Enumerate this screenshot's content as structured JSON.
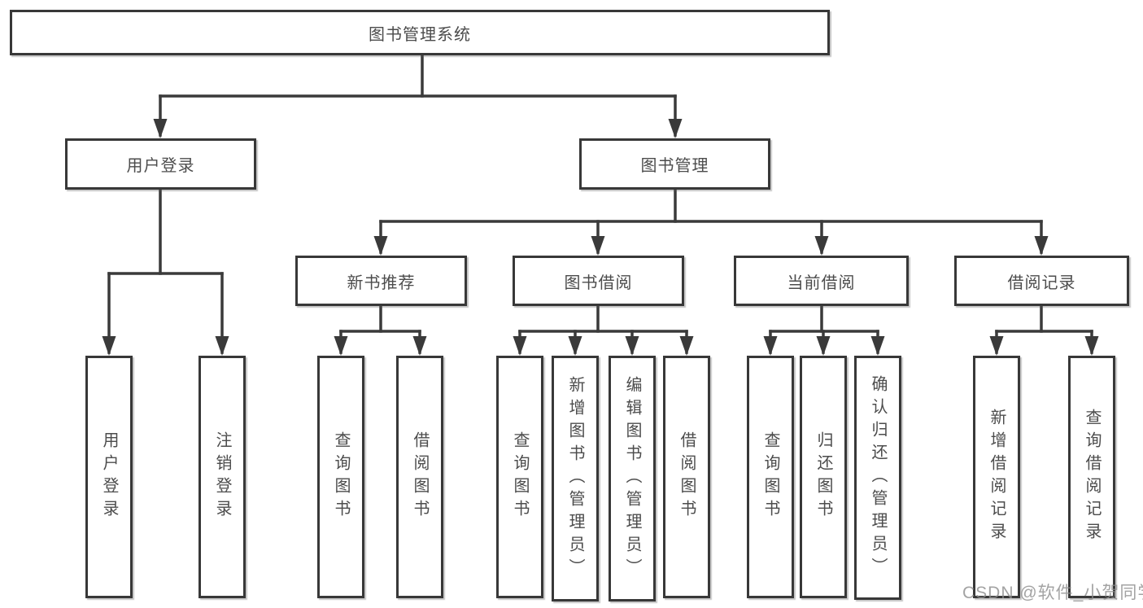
{
  "diagram": {
    "type": "hierarchy-tree",
    "colors": {
      "line": "#3a3a3a",
      "box_border": "#383838",
      "text": "#4c4c4c",
      "background": "#ffffff",
      "watermark": "#8c8c8c"
    },
    "watermark": "CSDN @软件_小贺同学",
    "tree": {
      "root": {
        "label": "图书管理系统",
        "children": [
          {
            "label": "用户登录",
            "children": [
              {
                "label": "用户登录"
              },
              {
                "label": "注销登录"
              }
            ]
          },
          {
            "label": "图书管理",
            "children": [
              {
                "label": "新书推荐",
                "children": [
                  {
                    "label": "查询图书"
                  },
                  {
                    "label": "借阅图书"
                  }
                ]
              },
              {
                "label": "图书借阅",
                "children": [
                  {
                    "label": "查询图书"
                  },
                  {
                    "label": "新增图书（管理员）"
                  },
                  {
                    "label": "编辑图书（管理员）"
                  },
                  {
                    "label": "借阅图书"
                  }
                ]
              },
              {
                "label": "当前借阅",
                "children": [
                  {
                    "label": "查询图书"
                  },
                  {
                    "label": "归还图书"
                  },
                  {
                    "label": "确认归还（管理员）"
                  }
                ]
              },
              {
                "label": "借阅记录",
                "children": [
                  {
                    "label": "新增借阅记录"
                  },
                  {
                    "label": "查询借阅记录"
                  }
                ]
              }
            ]
          }
        ]
      }
    }
  }
}
